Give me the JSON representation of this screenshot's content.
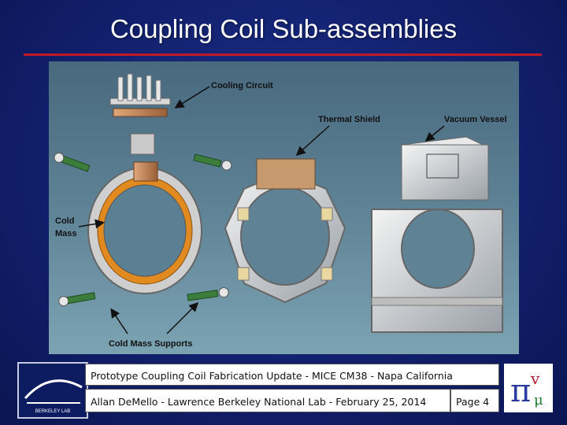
{
  "slide": {
    "title": "Coupling Coil Sub-assemblies"
  },
  "figure": {
    "labels": {
      "cooling_circuit": "Cooling Circuit",
      "thermal_shield": "Thermal Shield",
      "vacuum_vessel": "Vacuum Vessel",
      "cold_mass_line1": "Cold",
      "cold_mass_line2": "Mass",
      "cold_mass_supports": "Cold Mass Supports"
    }
  },
  "footer": {
    "line1": "Prototype Coupling Coil Fabrication Update - MICE CM38 - Napa California",
    "line2": "Allan DeMello - Lawrence Berkeley National Lab - February 25, 2014",
    "page": "Page 4",
    "lbl_logo_text": "BERKELEY LAB"
  },
  "colors": {
    "background": "#12206d",
    "title_rule": "#c3182a",
    "title_text": "#ffffff"
  }
}
